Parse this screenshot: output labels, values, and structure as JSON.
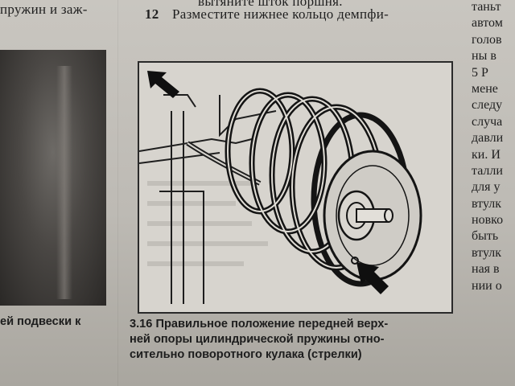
{
  "top_left_text": "пружин и заж-",
  "top_middle_text": "вытяните шток поршня.",
  "step_12_number": "12",
  "step_12_text": "Разместите нижнее кольцо демпфи-",
  "right_column_lines": [
    "таньт",
    "автом",
    "голов",
    "ны в",
    "5  Р",
    "мене",
    "следу",
    "случа",
    "давли",
    "ки. И",
    "талли",
    "для у",
    "втулк",
    "новко",
    "быть",
    "втулк",
    "ная в",
    "нии о"
  ],
  "left_caption": "ей подвески к",
  "figure_caption": {
    "line1": "3.16 Правильное положение передней верх-",
    "line2": "ней опоры цилиндрической пружины отно-",
    "line3": "сительно поворотного кулака (стрелки)"
  }
}
